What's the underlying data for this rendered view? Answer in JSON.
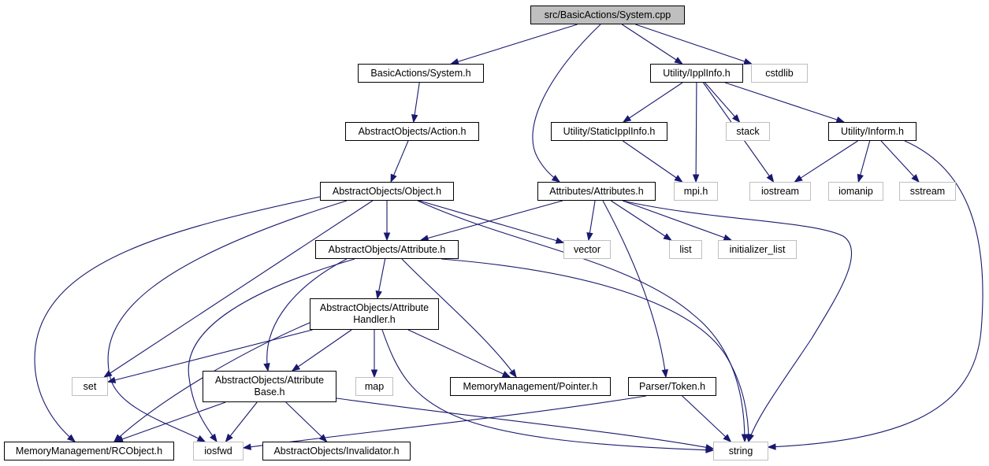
{
  "colors": {
    "edge": "#191970",
    "root_fill": "#bfbfbf",
    "internal_border": "#000000",
    "external_border": "#bfbfbf"
  },
  "nodes": [
    {
      "id": "root",
      "label": "src/BasicActions/System.cpp",
      "kind": "root"
    },
    {
      "id": "bas",
      "label": "BasicActions/System.h",
      "kind": "internal"
    },
    {
      "id": "ippl",
      "label": "Utility/IpplInfo.h",
      "kind": "internal"
    },
    {
      "id": "cstdlib",
      "label": "cstdlib",
      "kind": "external"
    },
    {
      "id": "act",
      "label": "AbstractObjects/Action.h",
      "kind": "internal"
    },
    {
      "id": "sipp",
      "label": "Utility/StaticIpplInfo.h",
      "kind": "internal"
    },
    {
      "id": "stack",
      "label": "stack",
      "kind": "external"
    },
    {
      "id": "inform",
      "label": "Utility/Inform.h",
      "kind": "internal"
    },
    {
      "id": "obj",
      "label": "AbstractObjects/Object.h",
      "kind": "internal"
    },
    {
      "id": "attrs",
      "label": "Attributes/Attributes.h",
      "kind": "internal"
    },
    {
      "id": "mpi",
      "label": "mpi.h",
      "kind": "external"
    },
    {
      "id": "iostream",
      "label": "iostream",
      "kind": "external"
    },
    {
      "id": "iomanip",
      "label": "iomanip",
      "kind": "external"
    },
    {
      "id": "sstream",
      "label": "sstream",
      "kind": "external"
    },
    {
      "id": "attr",
      "label": "AbstractObjects/Attribute.h",
      "kind": "internal"
    },
    {
      "id": "vector",
      "label": "vector",
      "kind": "external"
    },
    {
      "id": "list",
      "label": "list",
      "kind": "external"
    },
    {
      "id": "initlist",
      "label": "initializer_list",
      "kind": "external"
    },
    {
      "id": "ahandler",
      "label": "AbstractObjects/Attribute\nHandler.h",
      "kind": "internal"
    },
    {
      "id": "set",
      "label": "set",
      "kind": "external"
    },
    {
      "id": "abase",
      "label": "AbstractObjects/Attribute\nBase.h",
      "kind": "internal"
    },
    {
      "id": "map",
      "label": "map",
      "kind": "external"
    },
    {
      "id": "pointer",
      "label": "MemoryManagement/Pointer.h",
      "kind": "internal"
    },
    {
      "id": "token",
      "label": "Parser/Token.h",
      "kind": "internal"
    },
    {
      "id": "rcobj",
      "label": "MemoryManagement/RCObject.h",
      "kind": "internal"
    },
    {
      "id": "iosfwd",
      "label": "iosfwd",
      "kind": "external"
    },
    {
      "id": "inval",
      "label": "AbstractObjects/Invalidator.h",
      "kind": "internal"
    },
    {
      "id": "string",
      "label": "string",
      "kind": "external"
    }
  ],
  "edges": [
    [
      "root",
      "bas"
    ],
    [
      "root",
      "attrs"
    ],
    [
      "root",
      "ippl"
    ],
    [
      "root",
      "cstdlib"
    ],
    [
      "bas",
      "act"
    ],
    [
      "act",
      "obj"
    ],
    [
      "ippl",
      "sipp"
    ],
    [
      "ippl",
      "mpi"
    ],
    [
      "ippl",
      "stack"
    ],
    [
      "ippl",
      "iostream"
    ],
    [
      "ippl",
      "inform"
    ],
    [
      "sipp",
      "mpi"
    ],
    [
      "inform",
      "iostream"
    ],
    [
      "inform",
      "iomanip"
    ],
    [
      "inform",
      "sstream"
    ],
    [
      "inform",
      "string"
    ],
    [
      "obj",
      "attr"
    ],
    [
      "obj",
      "vector"
    ],
    [
      "obj",
      "set"
    ],
    [
      "obj",
      "rcobj"
    ],
    [
      "obj",
      "iosfwd"
    ],
    [
      "obj",
      "string"
    ],
    [
      "attrs",
      "attr"
    ],
    [
      "attrs",
      "vector"
    ],
    [
      "attrs",
      "list"
    ],
    [
      "attrs",
      "initlist"
    ],
    [
      "attrs",
      "token"
    ],
    [
      "attrs",
      "string"
    ],
    [
      "attr",
      "ahandler"
    ],
    [
      "attr",
      "abase"
    ],
    [
      "attr",
      "pointer"
    ],
    [
      "attr",
      "iosfwd"
    ],
    [
      "attr",
      "string"
    ],
    [
      "ahandler",
      "set"
    ],
    [
      "ahandler",
      "abase"
    ],
    [
      "ahandler",
      "map"
    ],
    [
      "ahandler",
      "pointer"
    ],
    [
      "ahandler",
      "rcobj"
    ],
    [
      "ahandler",
      "string"
    ],
    [
      "abase",
      "rcobj"
    ],
    [
      "abase",
      "iosfwd"
    ],
    [
      "abase",
      "inval"
    ],
    [
      "abase",
      "string"
    ],
    [
      "token",
      "iosfwd"
    ],
    [
      "token",
      "string"
    ]
  ]
}
